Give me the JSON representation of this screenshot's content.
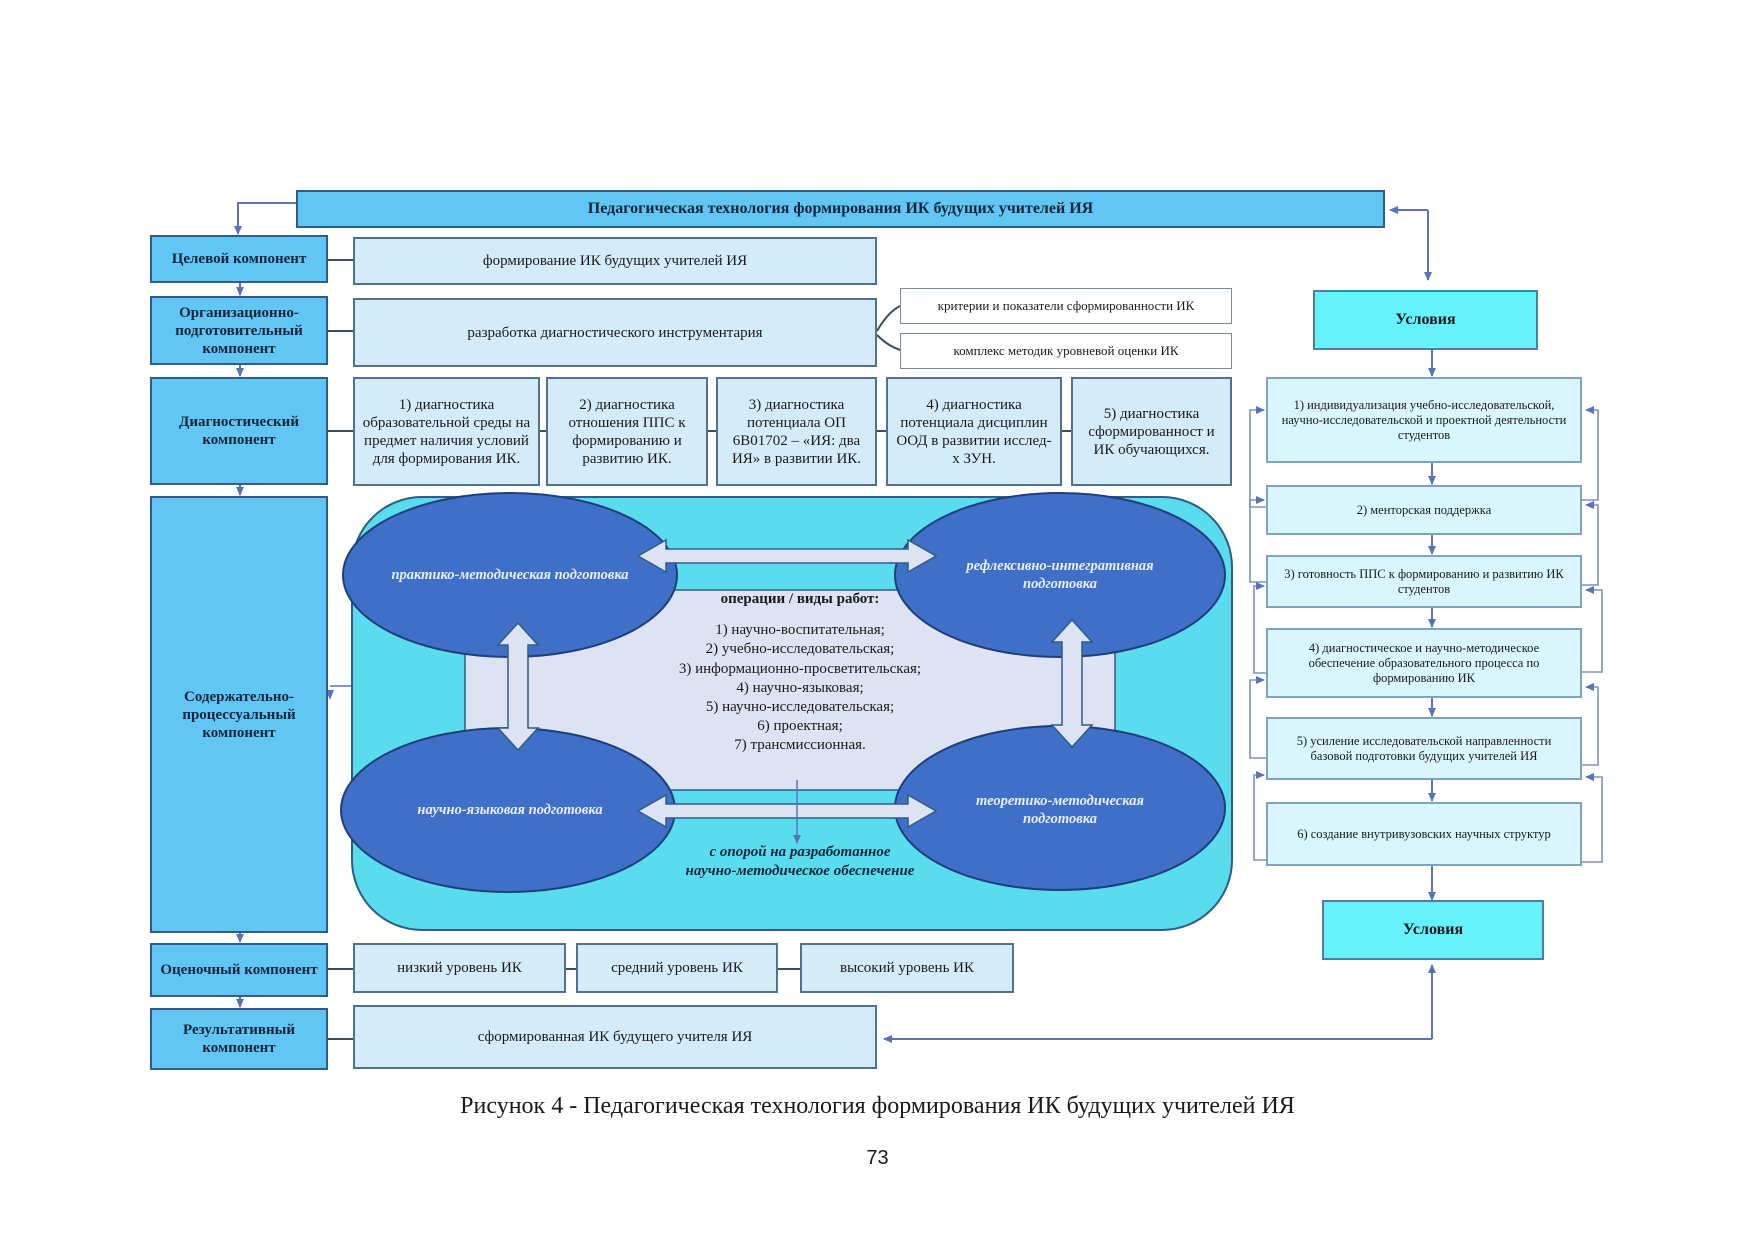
{
  "title": "Педагогическая технология формирования ИК будущих учителей ИЯ",
  "components": [
    {
      "label": "Целевой компонент"
    },
    {
      "label": "Организационно-подготовительный компонент"
    },
    {
      "label": "Диагностический компонент"
    },
    {
      "label": "Содержательно-процессуальный компонент"
    },
    {
      "label": "Оценочный компонент"
    },
    {
      "label": "Результативный компонент"
    }
  ],
  "target": {
    "text": "формирование ИК будущих учителей ИЯ"
  },
  "org": {
    "main": "разработка диагностического инструментария",
    "sub": [
      "критерии и показатели сформированности ИК",
      "комплекс методик уровневой оценки ИК"
    ]
  },
  "diagnostics": [
    "1) диагностика образовательной среды на предмет наличия условий для формирования ИК.",
    "2) диагностика отношения ППС к формированию и развитию ИК.",
    "3) диагностика потенциала ОП 6В01702 – «ИЯ: два ИЯ» в развитии ИК.",
    "4) диагностика потенциала дисциплин ООД в развитии исслед-х ЗУН.",
    "5) диагностика сформированност и ИК обучающихся."
  ],
  "content": {
    "ellipses": [
      "практико-методическая подготовка",
      "рефлексивно-интегративная подготовка",
      "научно-языковая подготовка",
      "теоретико-методическая подготовка"
    ],
    "operations_title": "операции / виды работ:",
    "operations": [
      "1) научно-воспитательная;",
      "2) учебно-исследовательская;",
      "3) информационно-просветительская;",
      "4) научно-языковая;",
      "5) научно-исследовательская;",
      "6) проектная;",
      "7) трансмиссионная."
    ],
    "support_line1": "с опорой на разработанное",
    "support_line2": "научно-методическое обеспечение"
  },
  "evaluation": [
    "низкий уровень ИК",
    "средний уровень ИК",
    "высокий уровень ИК"
  ],
  "result": {
    "text": "сформированная ИК будущего учителя ИЯ"
  },
  "conditions": {
    "top_label": "Условия",
    "bottom_label": "Условия",
    "items": [
      "1) индивидуализация учебно-исследовательской, научно-исследовательской и проектной деятельности студентов",
      "2) менторская поддержка",
      "3) готовность ППС к формированию и развитию ИК студентов",
      "4) диагностическое и научно-методическое обеспечение образовательного процесса по формированию ИК",
      "5) усиление исследовательской направленности базовой подготовки будущих учителей ИЯ",
      "6) создание внутривузовских научных структур"
    ]
  },
  "caption": "Рисунок 4 - Педагогическая технология формирования ИК будущих учителей ИЯ",
  "page_number": "73",
  "colors": {
    "component_fill": "#62c6f5",
    "light_fill": "#d4ecfa",
    "conditions_fill": "#66f2fb",
    "condition_item_fill": "#d8f6fb",
    "panel_fill": "#5adcef",
    "ellipse_fill": "#3f6fc6",
    "center_fill": "#dde3f2",
    "connector": "#5a73b8"
  }
}
